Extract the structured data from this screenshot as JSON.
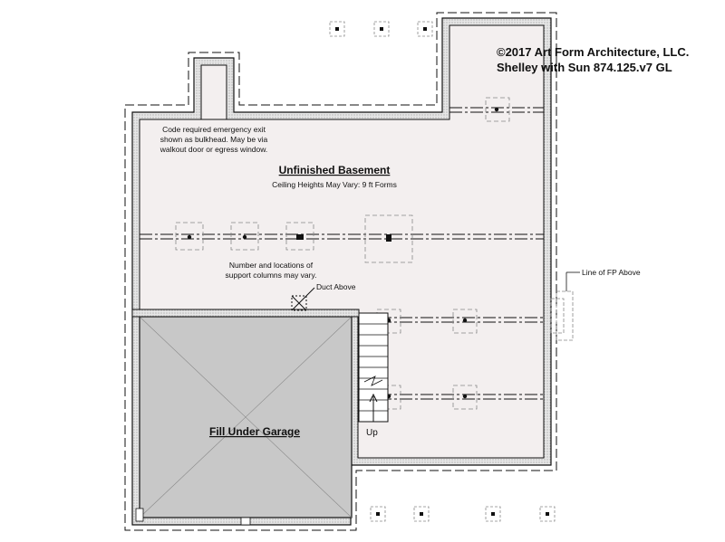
{
  "copyright": {
    "line1": "©2017 Art Form Architecture, LLC.",
    "line2": "Shelley with Sun 874.125.v7 GL"
  },
  "notes": {
    "egress": [
      "Code required emergency exit",
      "shown as bulkhead. May be via",
      "walkout door or egress window."
    ],
    "columns": [
      "Number and locations of",
      "support columns may vary."
    ],
    "duct": "Duct Above",
    "fireplace": "Line of FP Above",
    "stairs": "Up"
  },
  "rooms": {
    "basement": {
      "title": "Unfinished Basement",
      "subtitle": "Ceiling Heights May Vary: 9 ft Forms"
    },
    "garage": {
      "title": "Fill Under Garage"
    }
  },
  "colors": {
    "basement_fill": "#f3efef",
    "garage_fill": "#c8c8c8",
    "wall_hatch": "#d9d9d9",
    "line": "#111111"
  }
}
